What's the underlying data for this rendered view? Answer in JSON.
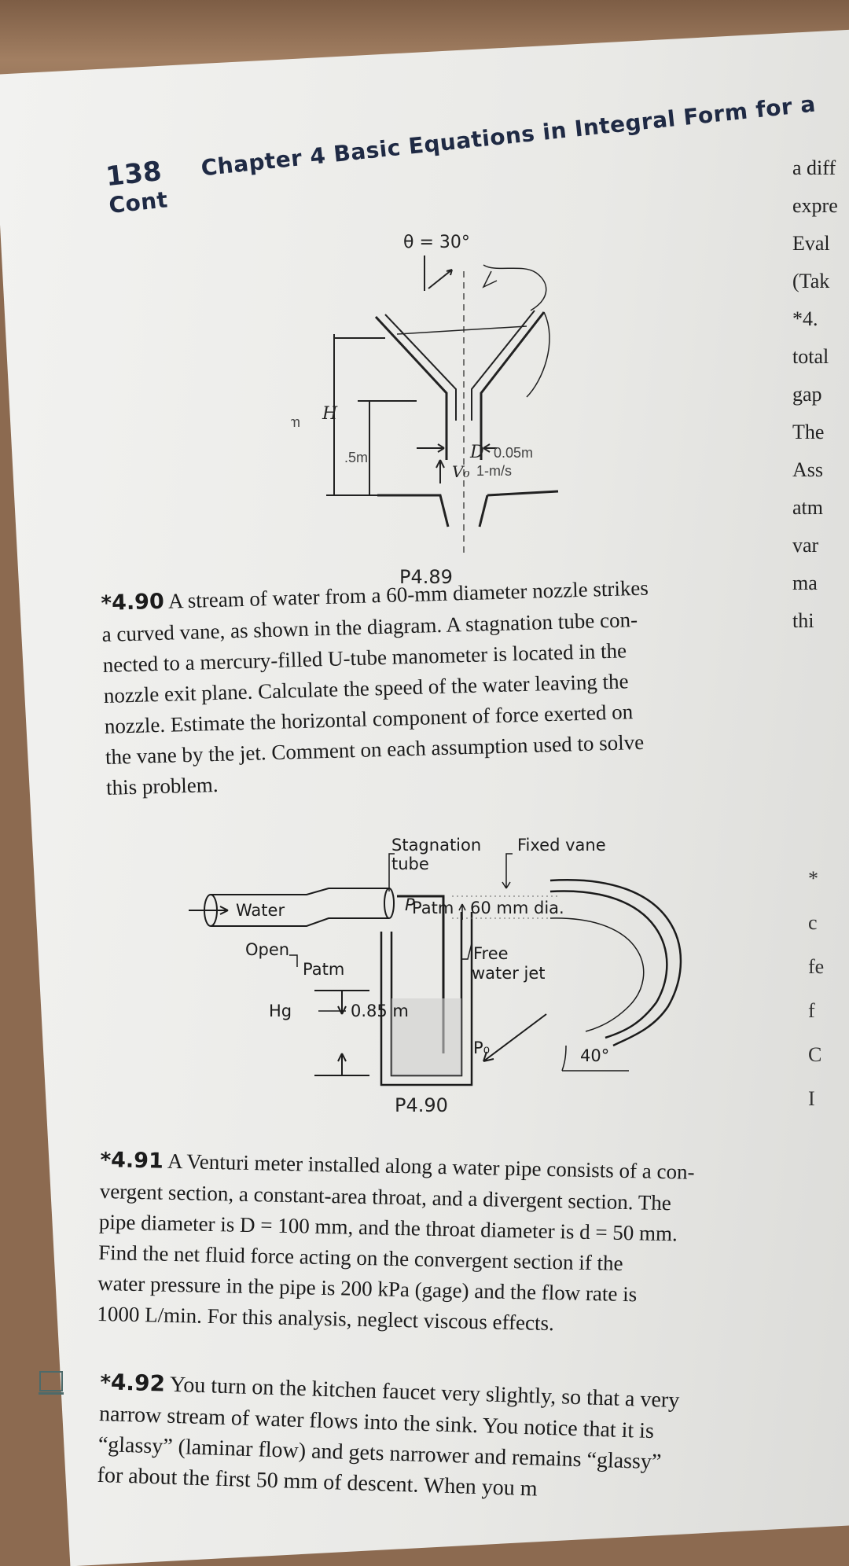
{
  "header": {
    "page_number": "138",
    "chapter_title": "Chapter 4 Basic Equations in Integral Form for a Cont"
  },
  "side_text": [
    "a diff",
    "expre",
    "Eval",
    "(Tak",
    "*4.",
    "total",
    "gap",
    "The",
    "Ass",
    "atm",
    "var",
    "ma",
    "thi"
  ],
  "side_text_lower": [
    "*",
    "c",
    "fe",
    "f",
    "C",
    "I"
  ],
  "figure_p489": {
    "theta_label": "θ = 30°",
    "h_label": "H",
    "d_label": "D",
    "label": "P4.89",
    "annotations": {
      "one_m": "Im",
      "h_small": ".5m",
      "d_value": "0.05m",
      "v0_label": "V₀",
      "v0_value": "1-m/s"
    }
  },
  "problem_490": {
    "number": "4.90",
    "lines": [
      "A stream of water from a 60-mm diameter nozzle strikes",
      "a curved vane, as shown in the diagram. A stagnation tube con-",
      "nected to a mercury-filled U-tube manometer is located in the",
      "nozzle exit plane. Calculate the speed of the water leaving the",
      "nozzle. Estimate the horizontal component of force exerted on",
      "the vane by the jet. Comment on each assumption used to solve",
      "this problem."
    ]
  },
  "figure_p490": {
    "stagnation_label_1": "Stagnation",
    "stagnation_label_2": "tube",
    "fixed_vane_label": "Fixed vane",
    "water_label": "Water",
    "diameter_label": "60 mm dia.",
    "open_label": "Open",
    "free_jet_label_1": "Free",
    "free_jet_label_2": "water jet",
    "hg_label": "Hg",
    "height_label": "0.85 m",
    "angle_label": "40°",
    "label": "P4.90",
    "annotations": {
      "p_label": "P",
      "p_atm_top": "Patm",
      "p_atm": "Patm",
      "p0_label": "P₀"
    }
  },
  "problem_491": {
    "number": "4.91",
    "lines": [
      "A Venturi meter installed along a water pipe consists of a con-",
      "vergent section, a constant-area throat, and a divergent section. The",
      "pipe diameter is D = 100 mm, and the throat diameter is d = 50 mm.",
      "Find the net fluid force acting on the convergent section if the",
      "water pressure in the pipe is 200 kPa (gage) and the flow rate is",
      "1000 L/min. For this analysis, neglect viscous effects."
    ]
  },
  "problem_492": {
    "number": "4.92",
    "lines": [
      "You turn on the kitchen faucet very slightly, so that a very",
      "narrow stream of water flows into the sink. You notice that it is",
      "“glassy” (laminar flow) and gets narrower and remains “glassy”",
      "for about the first 50 mm of descent. When you m"
    ]
  }
}
